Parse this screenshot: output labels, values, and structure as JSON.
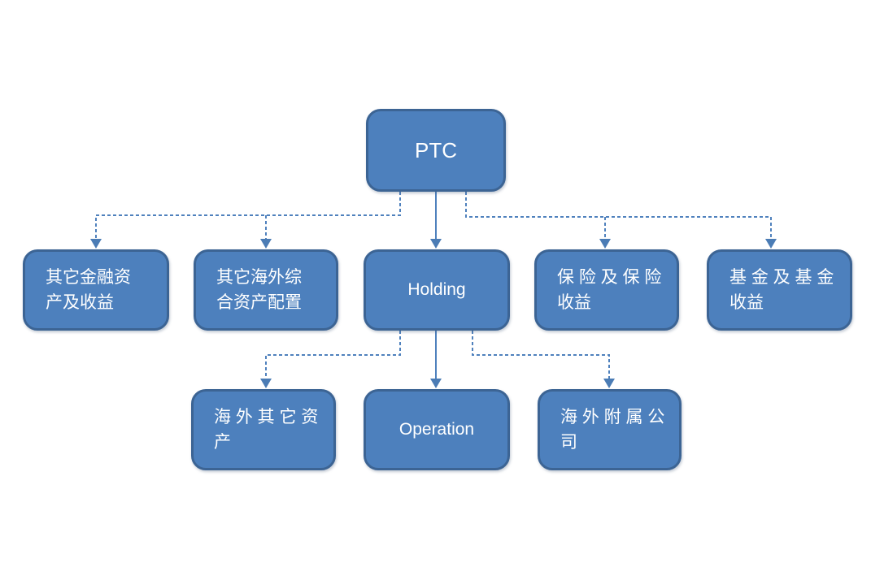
{
  "diagram": {
    "type": "org-chart",
    "colors": {
      "node_fill": "#4d80bd",
      "node_border": "#3c6494",
      "connector": "#4f81bd",
      "arrow": "#4b7cb5",
      "text": "#ffffff",
      "background": "#ffffff"
    },
    "nodes": [
      {
        "id": "ptc",
        "label": "PTC",
        "lines": [
          "PTC"
        ]
      },
      {
        "id": "other-financial",
        "label": "其它金融资产及收益",
        "lines": [
          "其它金融资",
          "产及收益"
        ]
      },
      {
        "id": "other-overseas-allocation",
        "label": "其它海外综合资产配置",
        "lines": [
          "其它海外综",
          "合资产配置"
        ]
      },
      {
        "id": "holding",
        "label": "Holding",
        "lines": [
          "Holding"
        ]
      },
      {
        "id": "insurance",
        "label": "保险及保险收益",
        "lines": [
          "保 险 及 保 险",
          "收益"
        ]
      },
      {
        "id": "funds",
        "label": "基金及基金收益",
        "lines": [
          "基 金 及 基 金",
          "收益"
        ]
      },
      {
        "id": "overseas-other-assets",
        "label": "海外其它资产",
        "lines": [
          "海 外 其 它 资",
          "产"
        ]
      },
      {
        "id": "operation",
        "label": "Operation",
        "lines": [
          "Operation"
        ]
      },
      {
        "id": "overseas-subsidiaries",
        "label": "海外附属公司",
        "lines": [
          "海 外 附 属 公",
          "司"
        ]
      }
    ],
    "edges": [
      {
        "from": "ptc",
        "to": "other-financial",
        "style": "dashed"
      },
      {
        "from": "ptc",
        "to": "other-overseas-allocation",
        "style": "dashed"
      },
      {
        "from": "ptc",
        "to": "holding",
        "style": "solid"
      },
      {
        "from": "ptc",
        "to": "insurance",
        "style": "dashed"
      },
      {
        "from": "ptc",
        "to": "funds",
        "style": "dashed"
      },
      {
        "from": "holding",
        "to": "overseas-other-assets",
        "style": "dashed"
      },
      {
        "from": "holding",
        "to": "operation",
        "style": "solid"
      },
      {
        "from": "holding",
        "to": "overseas-subsidiaries",
        "style": "dashed"
      }
    ]
  }
}
